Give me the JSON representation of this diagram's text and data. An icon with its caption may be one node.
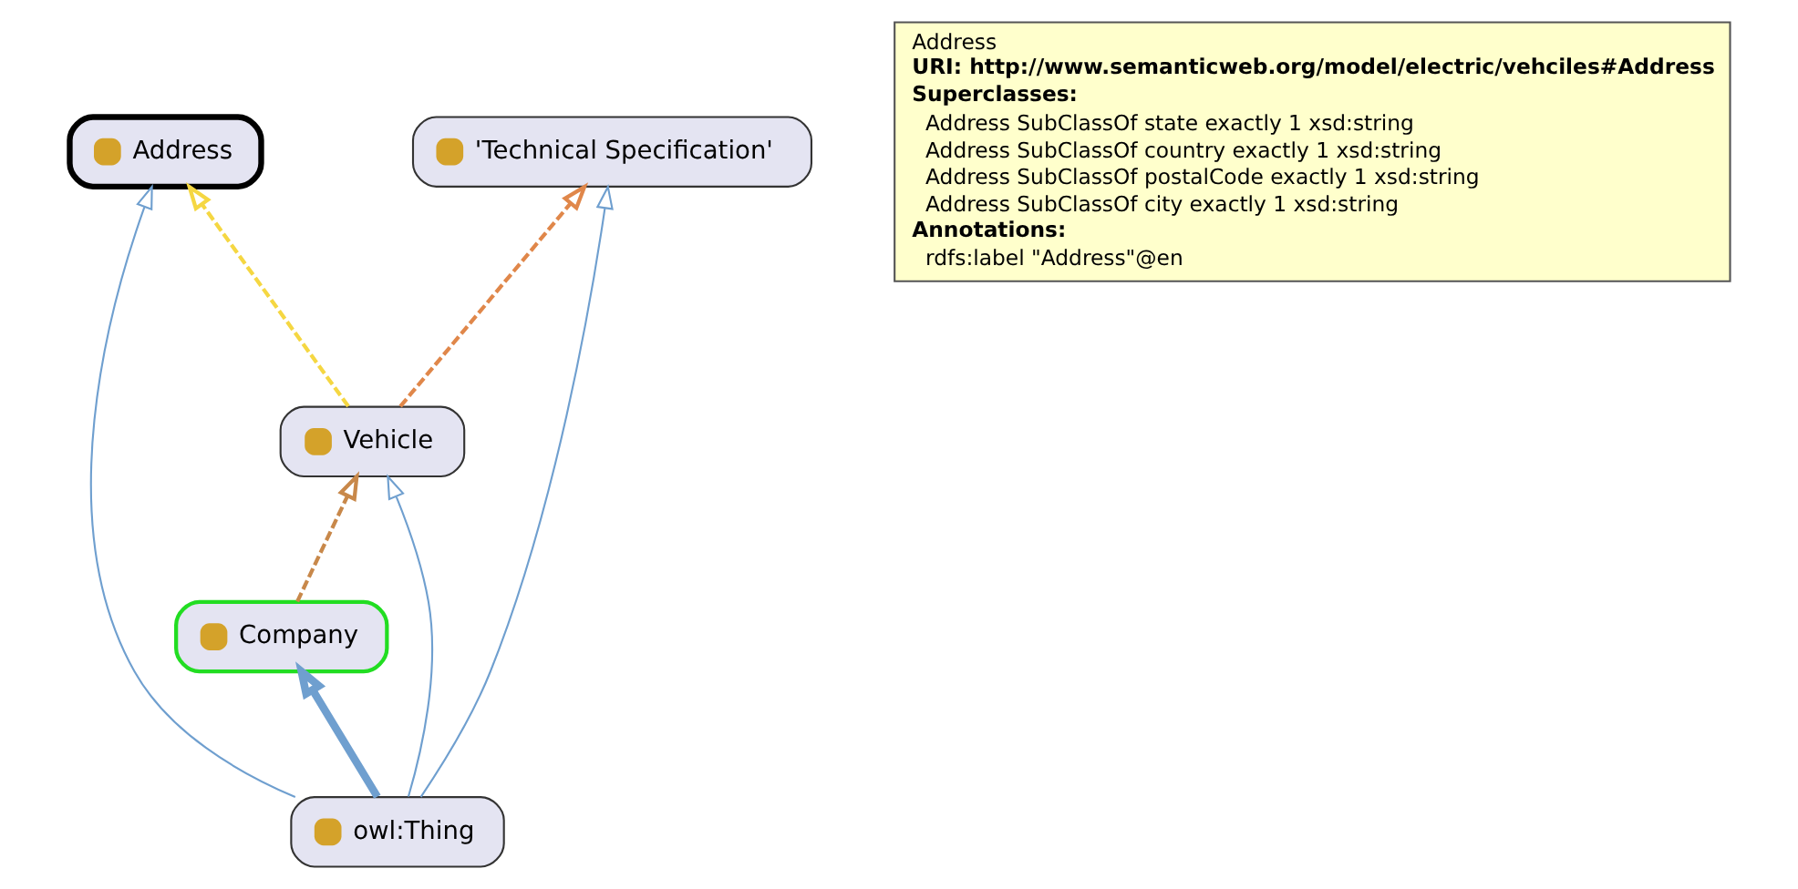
{
  "diagram": {
    "nodes": [
      {
        "text": [
          "Address"
        ]
      },
      {
        "text": [
          "Address",
          "URI: http://www.semanticweb.org/model/electric/vehciles#Address",
          "Superclasses:",
          "Address SubClassOf state exactly 1 xsd:string",
          "Address SubClassOf country exactly 1 xsd:string",
          "Address SubClassOf postalCode exactly 1 xsd:string",
          "Address SubClassOf city exactly 1 xsd:string",
          "Annotations:",
          "rdfs:label \"Address\"@en"
        ]
      },
      {
        "text": [
          "Company"
        ]
      },
      {
        "text": [
          "Vehicle"
        ]
      },
      {
        "text": [
          "owl:Thing"
        ]
      },
      {
        "text": [
          "'Technical Specification'"
        ]
      }
    ],
    "edges": [
      {
        "from": 4,
        "to": 2,
        "arrow": "to",
        "style": "thick"
      },
      {
        "from": 4,
        "to": 0,
        "arrow": "to"
      },
      {
        "from": 4,
        "to": 3,
        "arrow": "to"
      },
      {
        "from": 4,
        "to": 5,
        "arrow": "to"
      },
      {
        "from": 2,
        "to": 3,
        "arrow": "to",
        "style": "dashed",
        "color": "#c8884a"
      },
      {
        "from": 3,
        "to": 0,
        "arrow": "to",
        "style": "dashed",
        "color": "#f5d742"
      },
      {
        "from": 3,
        "to": 5,
        "arrow": "to",
        "style": "dashed",
        "color": "#e0874a"
      }
    ]
  }
}
